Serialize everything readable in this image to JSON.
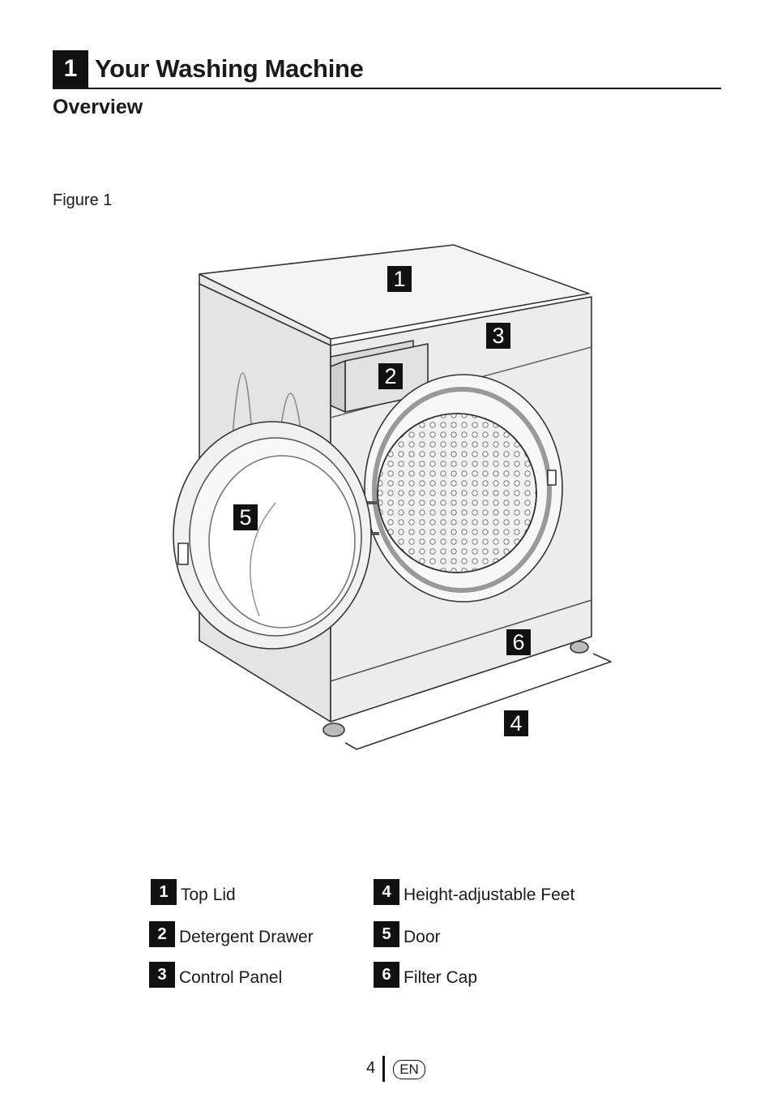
{
  "header": {
    "number": "1",
    "title": "Your Washing Machine"
  },
  "subtitle": "Overview",
  "figure_label": "Figure 1",
  "callouts": [
    "1",
    "2",
    "3",
    "4",
    "5",
    "6"
  ],
  "legend": [
    {
      "number": "1",
      "label": "Top Lid"
    },
    {
      "number": "2",
      "label": "Detergent Drawer"
    },
    {
      "number": "3",
      "label": "Control Panel"
    },
    {
      "number": "4",
      "label": "Height-adjustable Feet"
    },
    {
      "number": "5",
      "label": "Door"
    },
    {
      "number": "6",
      "label": "Filter Cap"
    }
  ],
  "footer": {
    "page": "4",
    "language": "EN"
  }
}
